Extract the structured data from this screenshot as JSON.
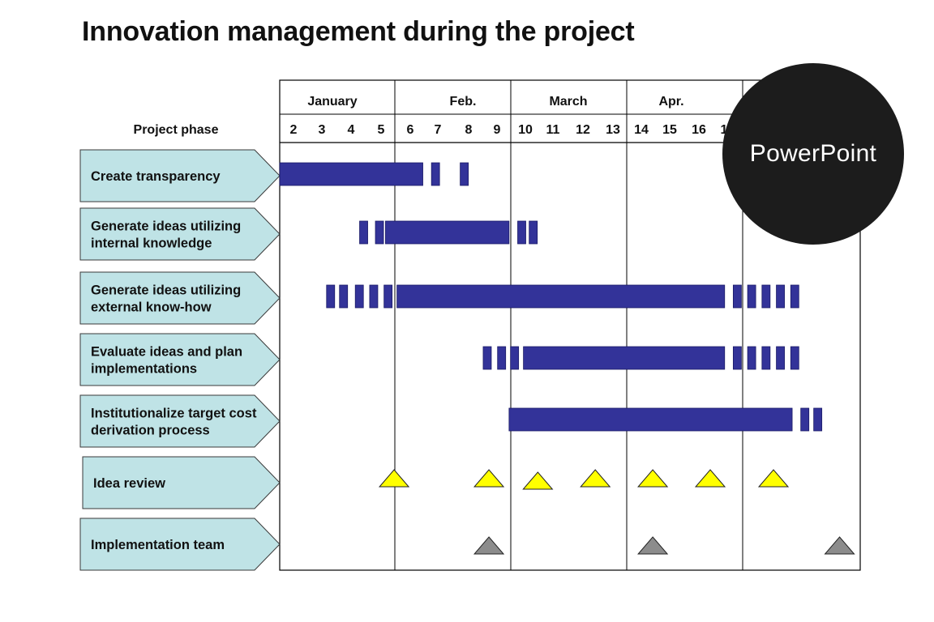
{
  "title": "Innovation management during the project",
  "badge": {
    "label": "PowerPoint"
  },
  "colors": {
    "bar": "#333399",
    "phase_fill": "#bfe3e6",
    "idea_review_marker": "#ffff00",
    "implementation_marker": "#8c8c8c",
    "grid": "#000000"
  },
  "phase_header": "Project phase",
  "months": [
    "January",
    "Feb.",
    "March",
    "Apr."
  ],
  "weeks": [
    "2",
    "3",
    "4",
    "5",
    "6",
    "7",
    "8",
    "9",
    "10",
    "11",
    "12",
    "13",
    "14",
    "15",
    "16",
    "1"
  ],
  "phases": [
    {
      "label_lines": [
        "Create transparency"
      ]
    },
    {
      "label_lines": [
        "Generate ideas utilizing",
        "internal knowledge"
      ]
    },
    {
      "label_lines": [
        "Generate ideas utilizing",
        "external know-how"
      ]
    },
    {
      "label_lines": [
        "Evaluate ideas and plan",
        "implementations"
      ]
    },
    {
      "label_lines": [
        "Institutionalize target cost",
        "derivation process"
      ]
    },
    {
      "label_lines": [
        "Idea review"
      ]
    },
    {
      "label_lines": [
        "Implementation team"
      ]
    }
  ],
  "chart_data": {
    "type": "gantt",
    "x_unit": "week",
    "rows": [
      {
        "phase": "Create transparency",
        "solid": [
          1.5,
          6.5
        ],
        "dashes_before": [],
        "dashes_after": [
          6.8,
          7.8
        ]
      },
      {
        "phase": "Generate ideas utilizing internal knowledge",
        "solid": [
          5.2,
          9.5
        ],
        "dashes_before": [
          4.3,
          4.85
        ],
        "dashes_after": [
          9.8,
          10.2
        ]
      },
      {
        "phase": "Generate ideas utilizing external know-how",
        "solid": [
          5.6,
          17.0
        ],
        "dashes_before": [
          3.15,
          3.6,
          4.15,
          4.65,
          5.15
        ],
        "dashes_after": [
          17.3,
          17.8,
          18.3,
          18.8,
          19.3
        ]
      },
      {
        "phase": "Evaluate ideas and plan implementations",
        "solid": [
          10.0,
          17.0
        ],
        "dashes_before": [
          8.6,
          9.1,
          9.55
        ],
        "dashes_after": [
          17.3,
          17.8,
          18.3,
          18.8,
          19.3
        ]
      },
      {
        "phase": "Institutionalize target cost derivation process",
        "solid": [
          9.5,
          19.35
        ],
        "dashes_before": [],
        "dashes_after": [
          19.65,
          20.1
        ]
      }
    ],
    "idea_review_weeks": [
      5.5,
      8.8,
      10.5,
      12.5,
      14.5,
      16.5,
      18.7
    ],
    "implementation_team_weeks": [
      8.8,
      14.5,
      21.0
    ]
  }
}
